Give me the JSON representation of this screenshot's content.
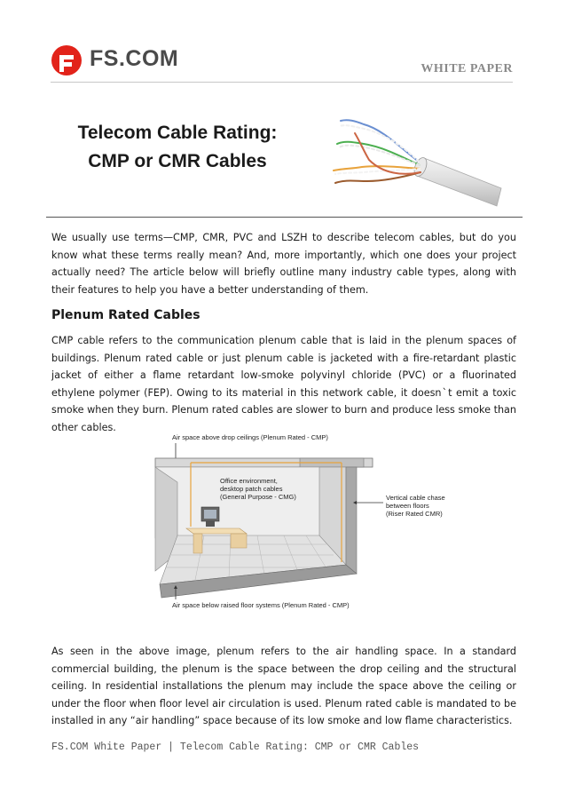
{
  "header": {
    "logo_text": "FS.COM",
    "label": "WHITE PAPER"
  },
  "title": {
    "line1": "Telecom Cable Rating:",
    "line2": "CMP or CMR Cables"
  },
  "intro": "We usually use terms—CMP, CMR, PVC and LSZH to describe telecom cables, but do you know what these terms really mean? And, more importantly, which one does your project actually need? The article below will briefly outline many industry cable types, along with their features to help you have a better understanding of them.",
  "section1": {
    "heading": "Plenum Rated Cables",
    "para1": "CMP cable refers to the communication plenum cable that is laid in the plenum spaces of buildings. Plenum rated cable or just plenum cable is jacketed with a fire-retardant plastic jacket of either a flame retardant low-smoke polyvinyl chloride (PVC) or a fluorinated ethylene polymer (FEP). Owing to its material in this network cable, it doesnˋt emit a toxic smoke when they burn. Plenum rated cables are slower to burn and produce less smoke than other cables.",
    "para2": "As seen in the above image, plenum refers to the air handling space. In a standard commercial building, the plenum is the space between the drop ceiling and the structural ceiling. In residential installations the plenum may include the space above the ceiling or under the floor when floor level air circulation is used. Plenum rated cable is mandated to be installed in any “air handling” space because of its low smoke and low flame characteristics."
  },
  "diagram": {
    "top_label": "Air space above drop ceilings (Plenum Rated - CMP)",
    "office_label": [
      "Office environment,",
      "desktop patch cables",
      "(General Purpose - CMG)"
    ],
    "riser_label": [
      "Vertical cable chase",
      "between floors",
      "(Riser Rated CMR)"
    ],
    "bottom_label": "Air space below raised floor systems (Plenum Rated - CMP)"
  },
  "footer": "FS.COM White Paper | Telecom Cable Rating: CMP or CMR Cables",
  "colors": {
    "logo_red": "#e2231a",
    "cable_orange": "#e8a33c"
  }
}
